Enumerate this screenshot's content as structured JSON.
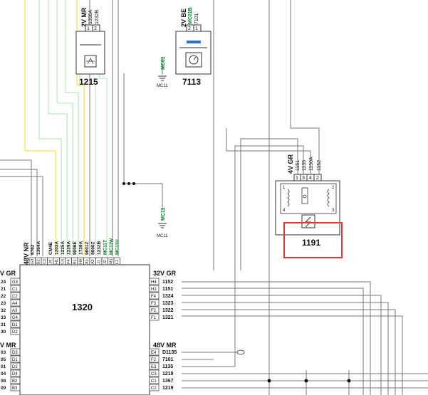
{
  "components": {
    "c1215": {
      "id": "1215",
      "connector": "2V MR",
      "pins": [
        "1",
        "2"
      ],
      "wires": [
        "1356A",
        "1232B"
      ]
    },
    "c7113": {
      "id": "7113",
      "connector": "2V BE",
      "pins": [
        "2",
        "1"
      ],
      "wires": [
        "MC01B",
        "7101"
      ]
    },
    "c1191": {
      "id": "1191",
      "connector": "4V GR",
      "pins": [
        "1",
        "3",
        "4",
        "2"
      ],
      "wires": [
        "1151",
        "1135",
        "1150A",
        "1152"
      ],
      "inner_pins": {
        "tl": "1",
        "bl": "4",
        "tr": "2",
        "br": "3"
      }
    },
    "c1320": {
      "id": "1320",
      "top_connector": "48V NR",
      "top_pins": [
        "G3",
        "B2",
        "C2",
        "J4",
        "H1",
        "C4",
        "F4",
        "B1",
        "H4",
        "A1",
        "A2",
        "J1",
        "J2",
        "M1",
        "L1"
      ],
      "top_wires": [
        "6762",
        "1364A",
        "",
        "CM4E",
        "1203A",
        "1225A",
        "1229A",
        "9006E",
        "1739A",
        "9001Z",
        "9000Z",
        "1232B",
        "MC11T",
        "MC11W",
        "MC11U"
      ],
      "right_connector_1": "32V GR",
      "right_pins_1": [
        "H4",
        "H3",
        "F4",
        "F3",
        "F2",
        "F1"
      ],
      "right_wires_1": [
        "1152",
        "1151",
        "1324",
        "1323",
        "1322",
        "1321"
      ],
      "right_connector_2": "48V MR",
      "right_pins_2": [
        "E4",
        "F2",
        "E3",
        "C3",
        "C1",
        "C2"
      ],
      "right_wires_2": [
        "D1135",
        "7101",
        "1135",
        "1218",
        "1367",
        "1219"
      ],
      "left_connector_1": "V GR",
      "left_pins_1": [
        "G3",
        "C1",
        "C2",
        "A4",
        "A3",
        "G4",
        "D1",
        "D2"
      ],
      "left_wires_1": [
        "24",
        "21",
        "22",
        "23",
        "32",
        "33",
        "31",
        "30"
      ],
      "left_connector_2": "V MR",
      "left_pins_2": [
        "D3",
        "D1",
        "D2",
        "D4",
        "B2",
        "B3"
      ],
      "left_wires_2": [
        "03",
        "05",
        "01",
        "04",
        "08",
        "09"
      ]
    }
  },
  "grounds": [
    {
      "wire": "MC01",
      "ground": "MC11"
    },
    {
      "wire": "MC11",
      "ground": "MC11"
    }
  ],
  "highlight": {
    "target": "1191",
    "color": "#e0393b"
  },
  "colors": {
    "yellow_wire": "#f2e21a",
    "green_wire": "#a8e6a8",
    "green_text": "#0a7a2a",
    "line": "#555555"
  }
}
